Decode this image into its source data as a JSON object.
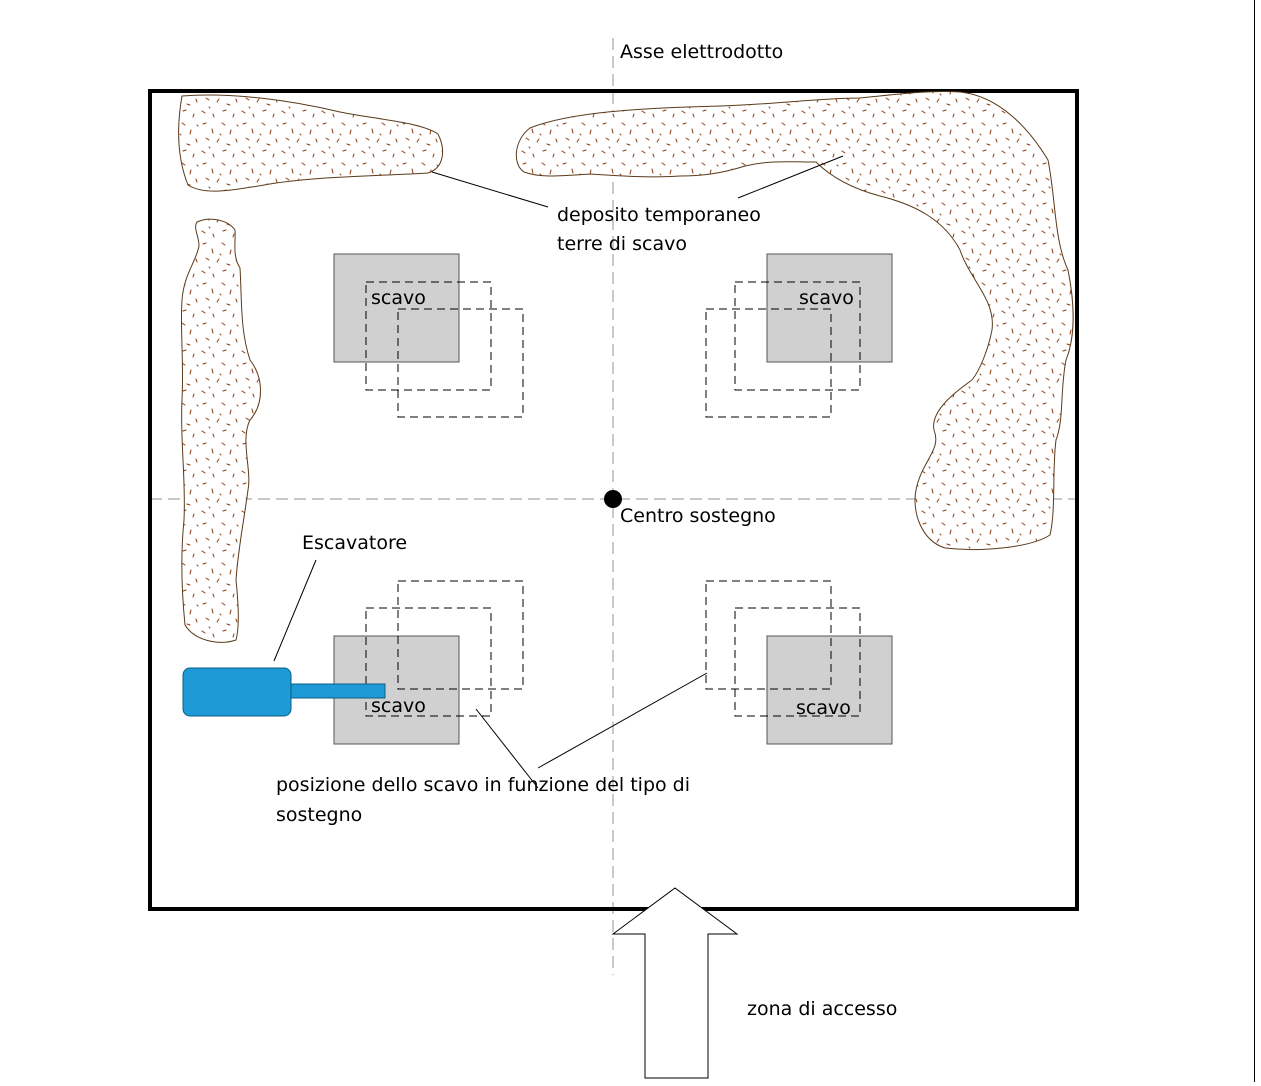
{
  "labels": {
    "asse": "Asse elettrodotto",
    "deposito_line1": "deposito temporaneo",
    "deposito_line2": "terre di scavo",
    "scavo": "scavo",
    "centro": "Centro sostegno",
    "escavatore": "Escavatore",
    "posizione_line1": "posizione dello scavo in funzione del tipo di",
    "posizione_line2": "sostegno",
    "accesso": "zona di accesso"
  },
  "colors": {
    "border": "#000000",
    "axis": "#a6a6a6",
    "excavation_fill": "#d0d0d0",
    "soil_speckle": "#8b3a0e",
    "soil_outline": "#5a3a1a",
    "excavator": "#1e9ad6",
    "excavator_outline": "#0e5f86"
  }
}
